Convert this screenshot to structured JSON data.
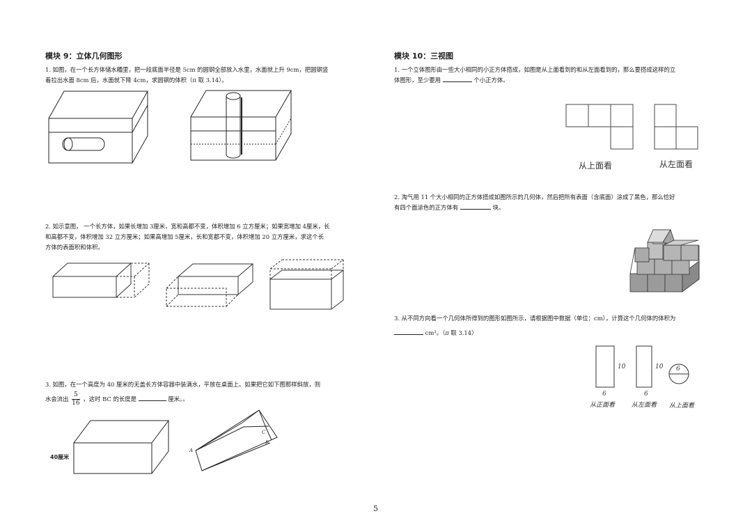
{
  "left": {
    "heading": "模块 9：立体几何图形",
    "q1": {
      "line1": "1. 如图，在一个长方体储水糟里，把一段底面半径是 5cm 的圆钢全部放入水里，水面就上升 9cm，把圆钢竖",
      "line2": "着拉出水面 8cm 后，水面就下降 4cm，求圆钢的体积（π 取 3.14）。"
    },
    "q2": {
      "line1": "2. 如示意图， 一个长方体，如果长增加 3厘米，宽和高都不变，体积增加 6 立方厘米；如果宽增加 4厘米，长",
      "line2": "和高都不变，体积增加 32 立方厘米；如果高增加 5厘米，长和宽都不变，体积增加 20 立方厘米，求这个长",
      "line3": "方体的表面积和体积。"
    },
    "q3": {
      "line1": "3. 如图，在一个高度为 40 厘米的无盖长方体容器中装满水，平放在桌面上。如果把它如下图那样斜放，则",
      "pre": "水会流出",
      "frac_num": "5",
      "frac_den": "16",
      "mid": "，这时 BC 的长度是",
      "post": "厘米。。",
      "box_label": "40厘米",
      "point_a": "A",
      "point_b": "B",
      "point_c": "C"
    }
  },
  "right": {
    "heading": "模块 10：三视图",
    "q1": {
      "line1": "1. 一个立体图形由一些大小相同的小正方体搭成，如图是从上面看到的和从左面看到的，那么要搭成这样的立",
      "line2_pre": "体图形，至少要用",
      "line2_post": "个小正方体。",
      "cap_top": "从上面看",
      "cap_left": "从左面看"
    },
    "q2": {
      "line1": "2. 淘气用 11 个大小相同的正方体搭成如图所示的几何体，然后把所有表面（含底面）涂成了黑色，那么恰好",
      "line2_pre": "有四个面涂色的正方体有",
      "line2_post": "块。"
    },
    "q3": {
      "line1": "3. 从不同方向看一个几何体所得到的图形如图所示，请根据图中数据（单位：cm），计算这个几何体的体积为",
      "line2_unit": "cm³。（",
      "line2_pi": "π",
      "line2_post": " 取 3.14）",
      "front_h": "10",
      "front_w": "6",
      "front_cap": "从正面看",
      "left_h": "10",
      "left_w": "6",
      "left_cap": "从左面看",
      "top_d": "6",
      "top_cap": "从上面看"
    }
  },
  "page_number": "5"
}
